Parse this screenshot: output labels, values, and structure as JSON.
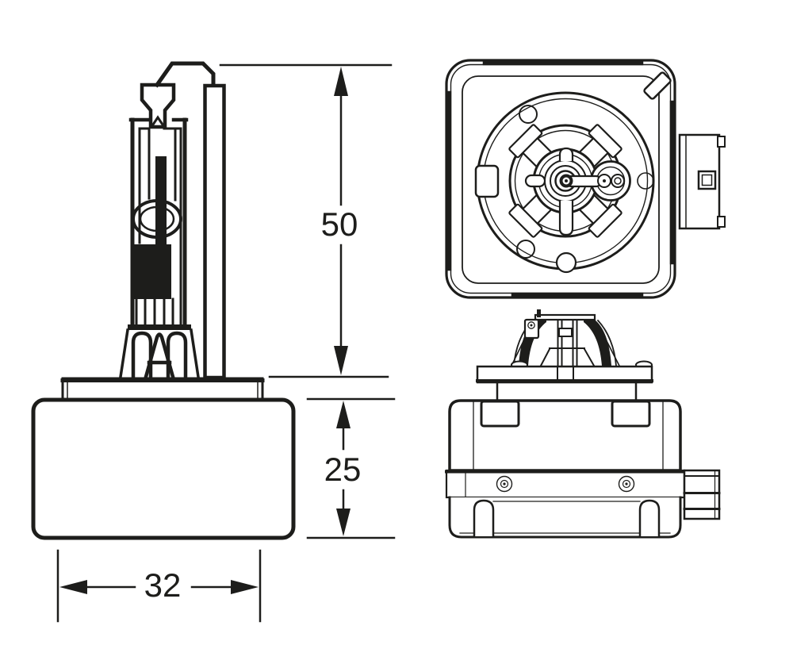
{
  "colors": {
    "ink": "#1d1d1b",
    "background": "#ffffff"
  },
  "dimensions": {
    "tube_length": "50",
    "base_height": "25",
    "base_width": "32"
  }
}
